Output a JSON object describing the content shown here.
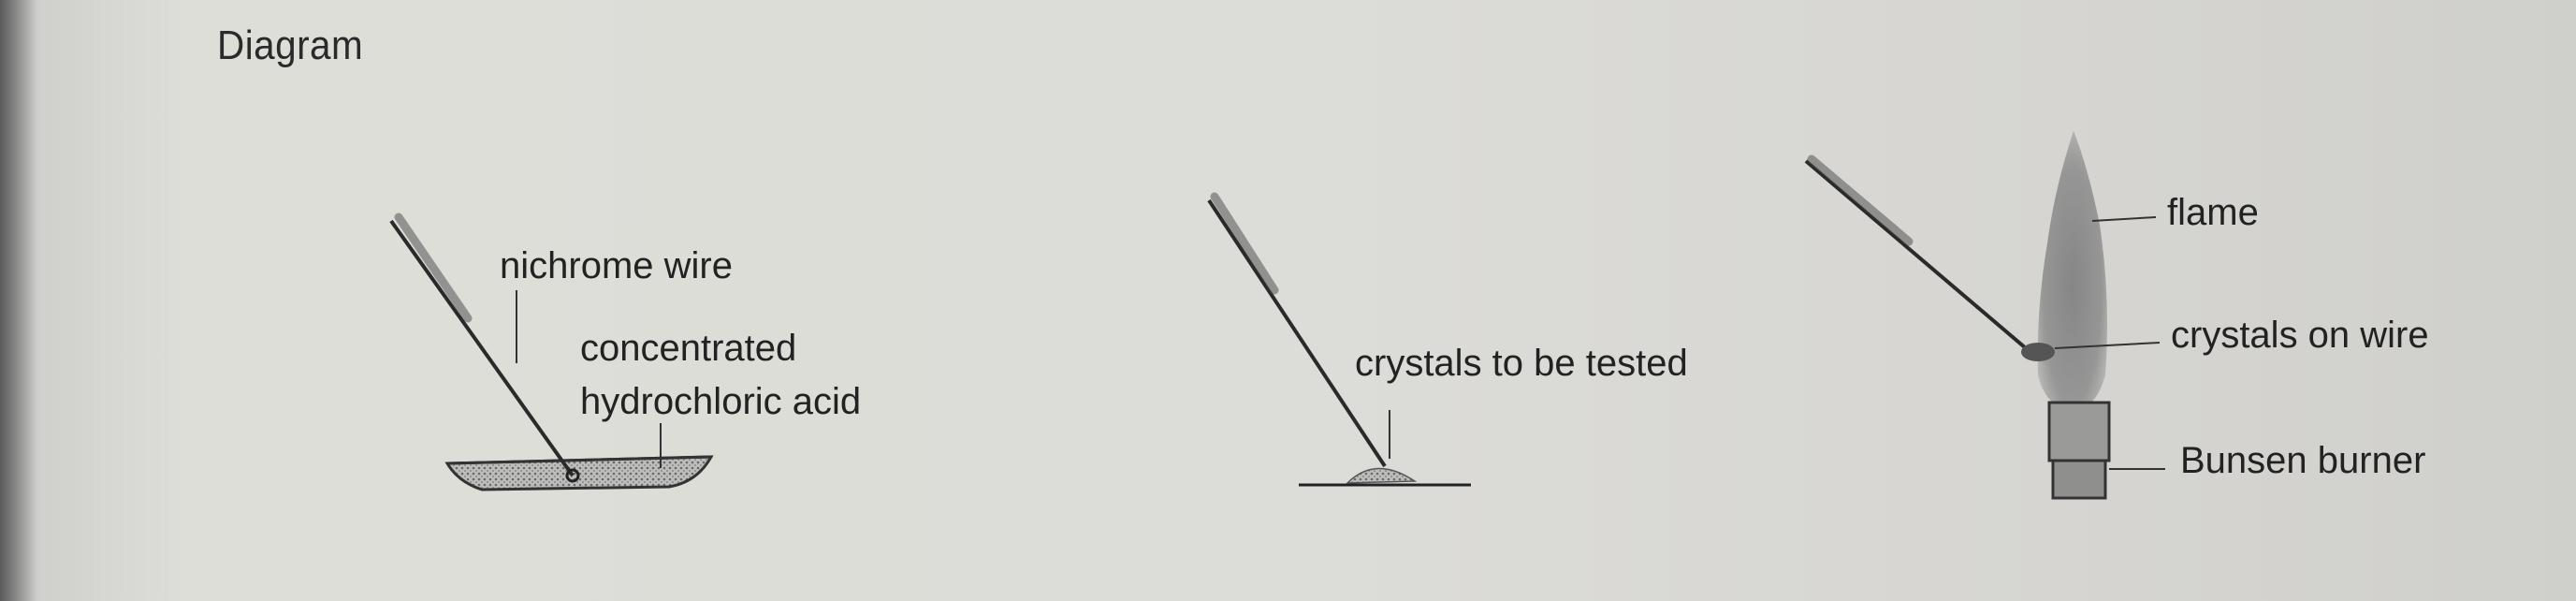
{
  "heading": "Diagram",
  "labels": {
    "nichrome_wire": "nichrome wire",
    "acid_line1": "concentrated",
    "acid_line2": "hydrochloric acid",
    "crystals_tested": "crystals to be tested",
    "flame": "flame",
    "crystals_on_wire": "crystals on wire",
    "bunsen_burner": "Bunsen burner"
  }
}
